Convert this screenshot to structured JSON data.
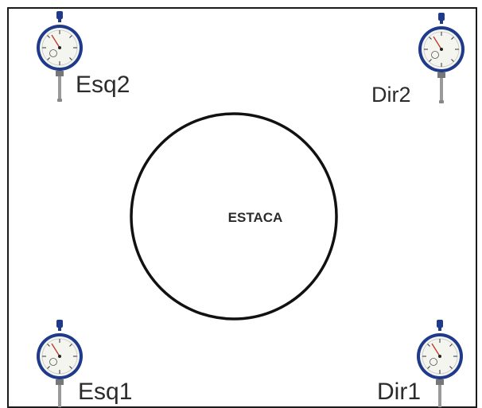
{
  "center_label": "ESTACA",
  "gauges": [
    {
      "label": "Esq2"
    },
    {
      "label": "Dir2"
    },
    {
      "label": "Esq1"
    },
    {
      "label": "Dir1"
    }
  ],
  "colors": {
    "border": "#1a1a1a",
    "circle": "#111111",
    "gauge_bezel": "#1f3a8a",
    "gauge_face": "#f5f5f0",
    "stem": "#8a8a8a",
    "text": "#2b2b2b"
  },
  "icon": "dial-indicator-icon"
}
